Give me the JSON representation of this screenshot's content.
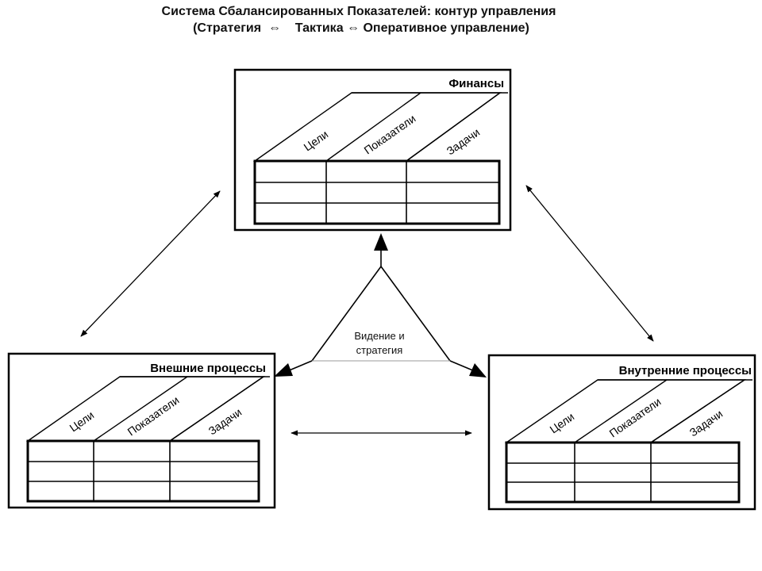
{
  "title": {
    "line1": "Система Сбалансированных Показателей: контур управления",
    "line2": "(Стратегия  ⇔    Тактика ⇔ Оперативное управление)"
  },
  "boxes": {
    "finance": {
      "title": "Финансы",
      "columns": [
        "Цели",
        "Показатели",
        "Задачи"
      ]
    },
    "external": {
      "title": "Внешние процессы",
      "columns": [
        "Цели",
        "Показатели",
        "Задачи"
      ]
    },
    "internal": {
      "title": "Внутренние процессы",
      "columns": [
        "Цели",
        "Показатели",
        "Задачи"
      ]
    }
  },
  "center": {
    "line1": "Видение и",
    "line2": "стратегия"
  },
  "colors": {
    "stroke": "#000000",
    "background": "#ffffff"
  }
}
